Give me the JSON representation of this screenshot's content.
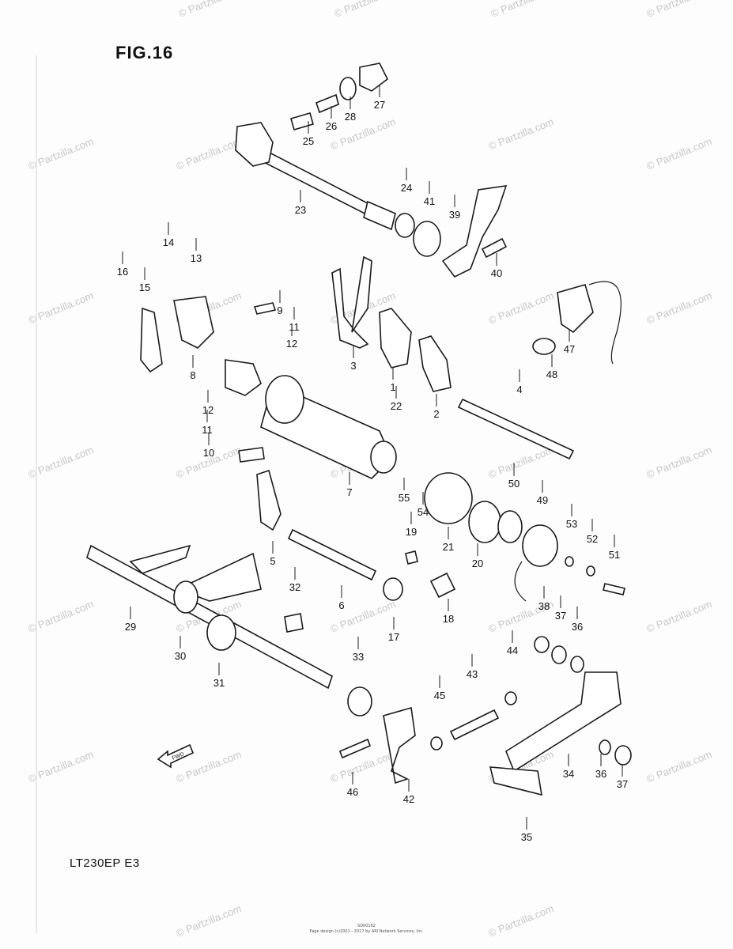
{
  "figure": {
    "title": "FIG.16"
  },
  "model": {
    "code": "LT230EP E3"
  },
  "direction_marker": {
    "label": "FWD"
  },
  "footer": {
    "line1": "SD00162",
    "line2": "Page design (c)2001 - 2017 by ARI Network Services, Inc."
  },
  "watermark": {
    "text": "© Partzilla.com"
  },
  "callouts": [
    "1",
    "2",
    "3",
    "4",
    "5",
    "6",
    "7",
    "8",
    "9",
    "10",
    "11",
    "11",
    "12",
    "12",
    "13",
    "14",
    "15",
    "16",
    "17",
    "18",
    "19",
    "20",
    "21",
    "22",
    "23",
    "24",
    "25",
    "26",
    "27",
    "28",
    "29",
    "30",
    "31",
    "32",
    "33",
    "34",
    "35",
    "36",
    "36",
    "37",
    "37",
    "38",
    "39",
    "40",
    "41",
    "42",
    "43",
    "44",
    "45",
    "46",
    "47",
    "48",
    "49",
    "50",
    "51",
    "52",
    "53",
    "54",
    "55"
  ]
}
